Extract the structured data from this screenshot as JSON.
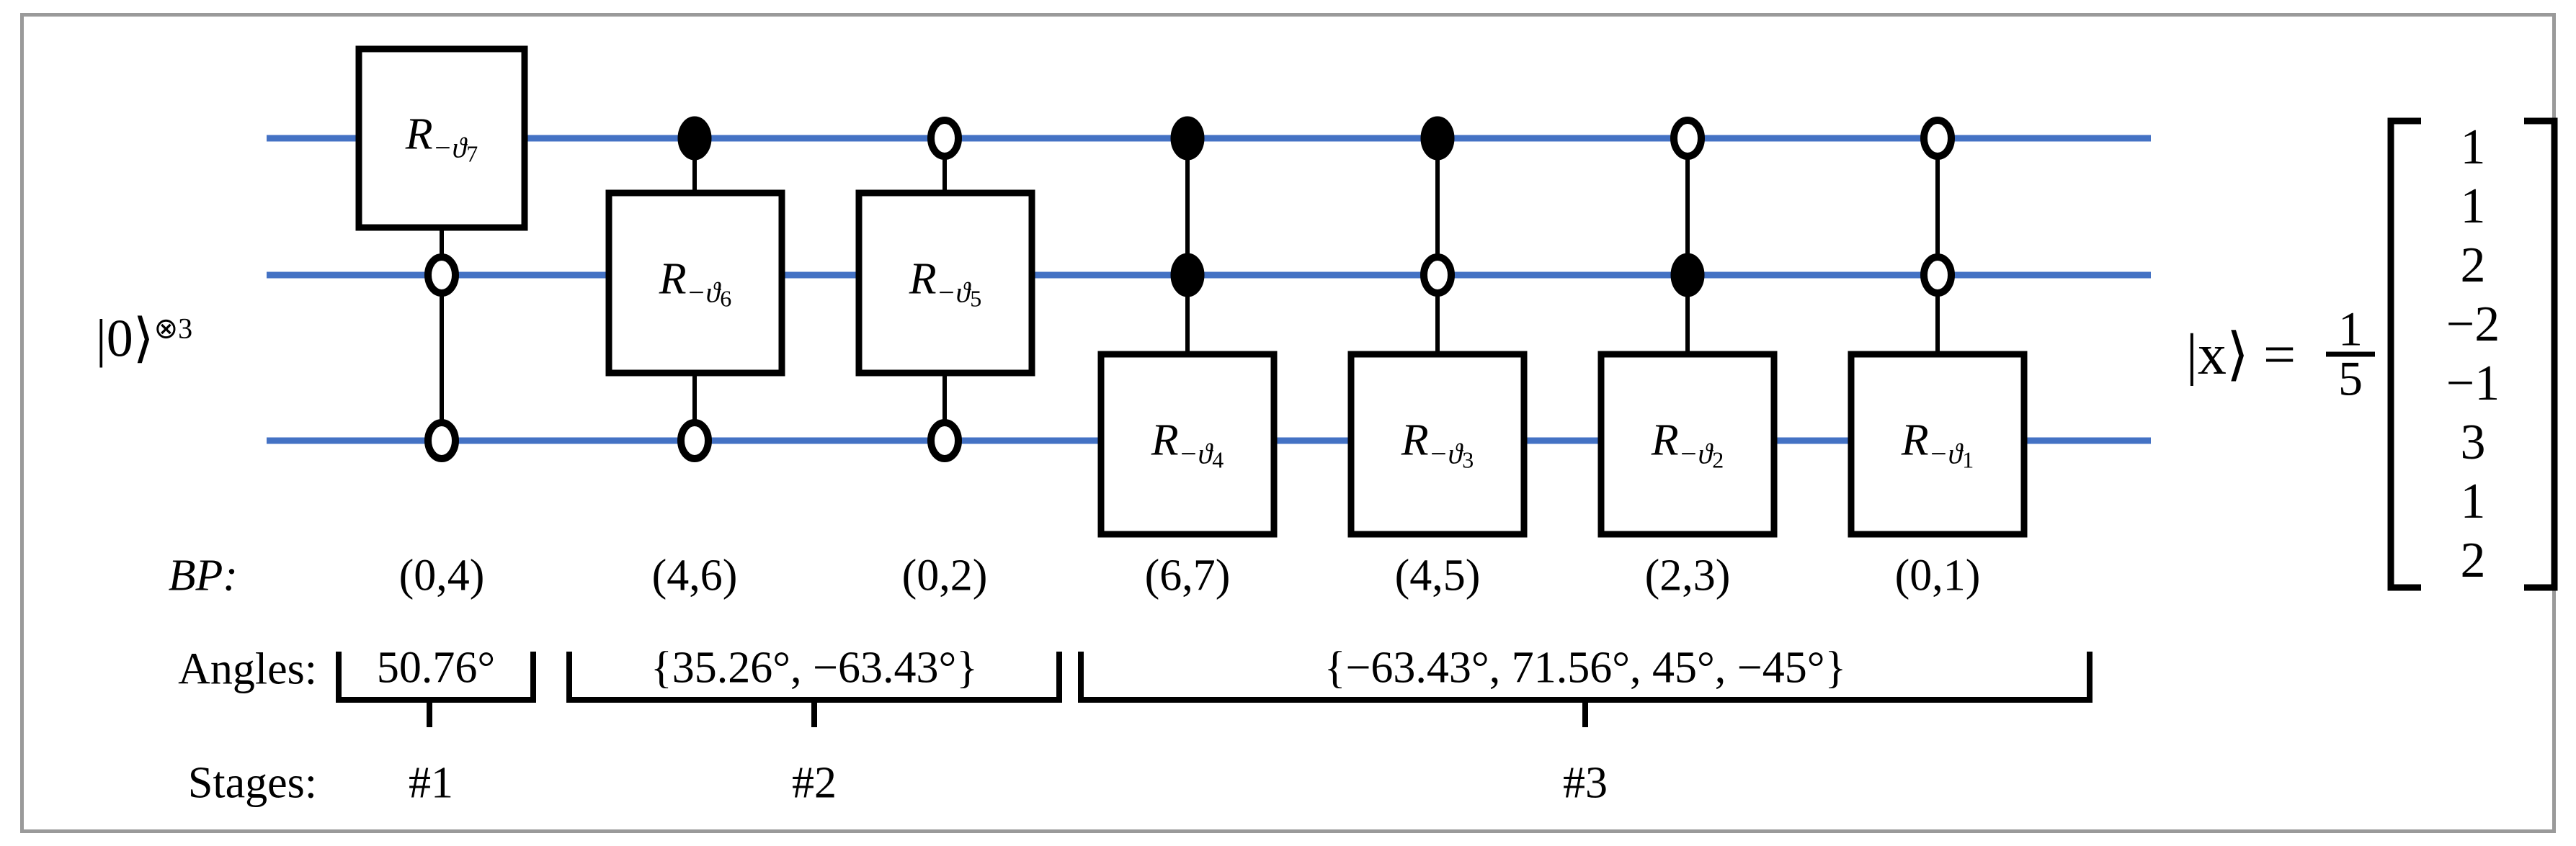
{
  "figure": {
    "kind": "quantum-circuit-diagram",
    "border_color": "#9a9a9a",
    "wire_color": "#4472c4",
    "ink_color": "#000000",
    "input_state_label": "|0⟩",
    "input_state_superscript": "⊗3",
    "num_wires": 3
  },
  "gates": [
    {
      "id": "g1",
      "label": "R",
      "sub_prefix": "−ϑ",
      "sub_index": "7",
      "target_wire": 1,
      "controls": [
        {
          "wire": 2,
          "type": "open"
        },
        {
          "wire": 3,
          "type": "open"
        }
      ]
    },
    {
      "id": "g2",
      "label": "R",
      "sub_prefix": "−ϑ",
      "sub_index": "6",
      "target_wire": 2,
      "controls": [
        {
          "wire": 1,
          "type": "filled"
        },
        {
          "wire": 3,
          "type": "open"
        }
      ]
    },
    {
      "id": "g3",
      "label": "R",
      "sub_prefix": "−ϑ",
      "sub_index": "5",
      "target_wire": 2,
      "controls": [
        {
          "wire": 1,
          "type": "open"
        },
        {
          "wire": 3,
          "type": "open"
        }
      ]
    },
    {
      "id": "g4",
      "label": "R",
      "sub_prefix": "−ϑ",
      "sub_index": "4",
      "target_wire": 3,
      "controls": [
        {
          "wire": 1,
          "type": "filled"
        },
        {
          "wire": 2,
          "type": "filled"
        }
      ]
    },
    {
      "id": "g5",
      "label": "R",
      "sub_prefix": "−ϑ",
      "sub_index": "3",
      "target_wire": 3,
      "controls": [
        {
          "wire": 1,
          "type": "filled"
        },
        {
          "wire": 2,
          "type": "open"
        }
      ]
    },
    {
      "id": "g6",
      "label": "R",
      "sub_prefix": "−ϑ",
      "sub_index": "2",
      "target_wire": 3,
      "controls": [
        {
          "wire": 1,
          "type": "open"
        },
        {
          "wire": 2,
          "type": "filled"
        }
      ]
    },
    {
      "id": "g7",
      "label": "R",
      "sub_prefix": "−ϑ",
      "sub_index": "1",
      "target_wire": 3,
      "controls": [
        {
          "wire": 1,
          "type": "open"
        },
        {
          "wire": 2,
          "type": "open"
        }
      ]
    }
  ],
  "rows": {
    "bp": {
      "label": "BP:",
      "values": [
        "(0,4)",
        "(4,6)",
        "(0,2)",
        "(6,7)",
        "(4,5)",
        "(2,3)",
        "(0,1)"
      ]
    },
    "angles": {
      "label": "Angles:",
      "groups": [
        {
          "text": "50.76°",
          "gates": [
            1
          ]
        },
        {
          "text": "{35.26°, −63.43°}",
          "gates": [
            2,
            3
          ]
        },
        {
          "text": "{−63.43°,  71.56°,  45°, −45°}",
          "gates": [
            4,
            5,
            6,
            7
          ]
        }
      ]
    },
    "stages": {
      "label": "Stages:",
      "values": [
        "#1",
        "#2",
        "#3"
      ]
    }
  },
  "vector": {
    "ket": "|x⟩",
    "equals": "=",
    "scalar_numerator": "1",
    "scalar_denominator": "5",
    "entries": [
      "1",
      "1",
      "2",
      "−2",
      "−1",
      "3",
      "1",
      "2"
    ]
  }
}
